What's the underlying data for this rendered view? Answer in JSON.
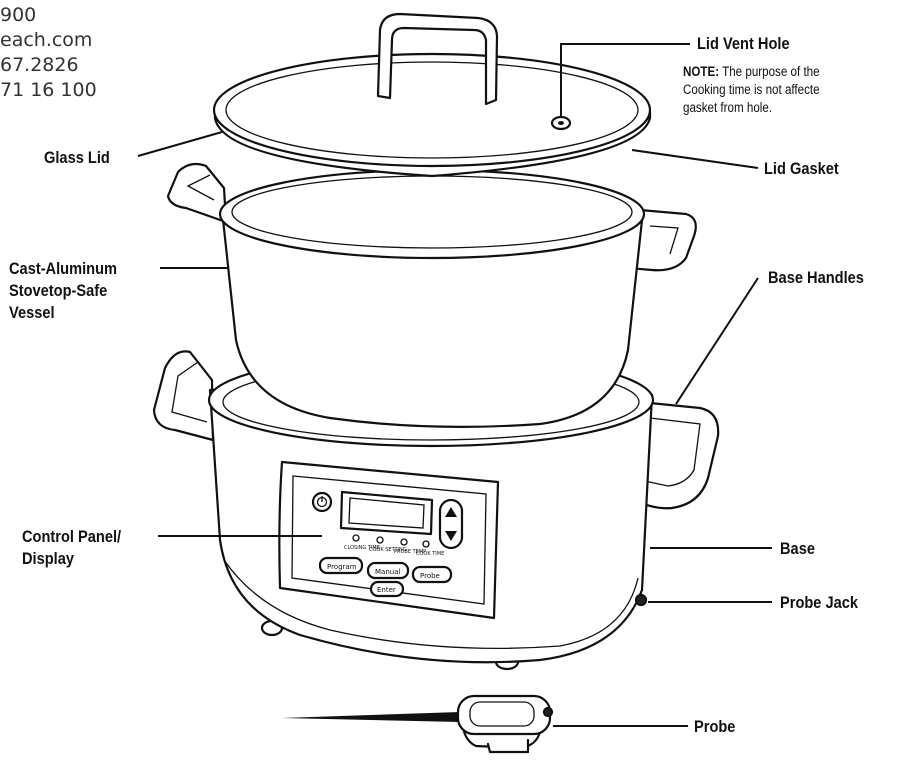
{
  "contact_lines": [
    "900",
    "each.com",
    "67.2826",
    "71 16 100"
  ],
  "labels": {
    "lid_vent_hole": "Lid Vent Hole",
    "note_prefix": "NOTE:",
    "note_line1": " The purpose of the",
    "note_line2": "Cooking time is not affecte",
    "note_line3": "gasket from hole.",
    "glass_lid": "Glass Lid",
    "lid_gasket": "Lid Gasket",
    "vessel_line1": "Cast-Aluminum",
    "vessel_line2": "Stovetop-Safe",
    "vessel_line3": "Vessel",
    "base_handles": "Base Handles",
    "control_panel_line1": "Control Panel/",
    "control_panel_line2": "Display",
    "base": "Base",
    "probe_jack": "Probe Jack",
    "probe": "Probe"
  },
  "panel": {
    "indicators": [
      "CLOSING TIME",
      "COOK SETTING",
      "PROBE TEMP",
      "COOK TIME"
    ],
    "buttons": [
      "Program",
      "Manual",
      "Probe"
    ],
    "enter": "Enter"
  }
}
